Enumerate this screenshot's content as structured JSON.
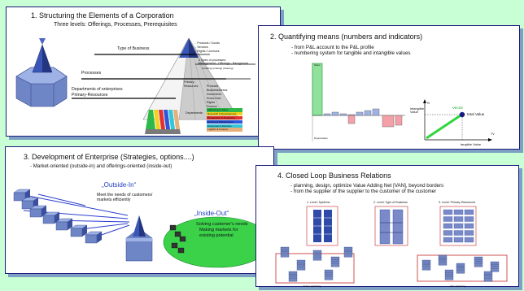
{
  "slide1": {
    "title": "1. Structuring the Elements of a Corporation",
    "subtitle": "Three levels: Offerings, Processes, Prerequisites",
    "type_of_business": "Type of Business",
    "processes": "Processes",
    "departments": "Departments of enterprises",
    "primary_resources": "Primary-Resources",
    "offerings_list": [
      "- Products / Goods",
      "- Services",
      "- Rights / Licences"
    ],
    "process_types": "3 types of processes:",
    "process_row": "Management - Offerings - Background",
    "process_row_sub": "(Leading)                         (making)           (relaxing)",
    "primary_label": "Primary-",
    "resources_label": "Resources:",
    "resource_items": [
      "Products",
      "BusinessMeans",
      "Documents",
      "Know-How",
      "Rights",
      "Finance"
    ],
    "departments_label": "Departments:",
    "department_bars": [
      {
        "label": "Marketing & Sales",
        "color": "#2fb84a"
      },
      {
        "label": "Research & Development",
        "color": "#f2d21c"
      },
      {
        "label": "Preparation & Producing",
        "color": "#e53030"
      },
      {
        "label": "Service & Maintenance",
        "color": "#2f55d8"
      },
      {
        "label": "Personnel & Services",
        "color": "#33c7d9"
      },
      {
        "label": "Logistic & Finance",
        "color": "#e6b07a"
      }
    ]
  },
  "slide2": {
    "title": "2. Quantifying means (numbers and indicators)",
    "bullets": [
      "- from P&L account to the P&L profile",
      "- numbering system for tangible and intangible values"
    ],
    "chart_top": "Sales",
    "chart_bottom": "Depreciation",
    "y_axis": "intangible Value",
    "x_axis": "tangible Value",
    "iv": "IV",
    "tv": "TV",
    "vector": "Vector",
    "total_value": "total Value"
  },
  "slide3": {
    "title": "3. Development of Enterprise (Strategies, options....)",
    "subtitle": "- Market-oriented (outside-in) and offerings-oriented (inside-out)",
    "outside_in": "„Outside-In“",
    "outside_desc": [
      "Meet the needs of customers/",
      "markets efficiently"
    ],
    "inside_out": "„Inside-Out“",
    "inside_desc": [
      "Solving customer's needs",
      "Making markets for",
      "existing potential"
    ]
  },
  "slide4": {
    "title": "4. Closed Loop Business Relations",
    "bullets": [
      "- planning, design, optimize Value Adding Net [VAN], beyond borders",
      "- from the supplier of the supplier to the customer of the customer"
    ],
    "level1": "1. Level: Systems",
    "level2": "2. Level: Type of Business",
    "level3": "3. Level: Primary Resources",
    "bottom_left": "before optimizing",
    "bottom_right": "after optimizing"
  },
  "colors": {
    "background": "#c8ffd4",
    "card_border": "#1a1a7a",
    "card_shadow": "#7da0c4",
    "blue_label": "#1f3fbf",
    "ellipse": "#3bd24a",
    "node_blue": "#6f86c6"
  }
}
